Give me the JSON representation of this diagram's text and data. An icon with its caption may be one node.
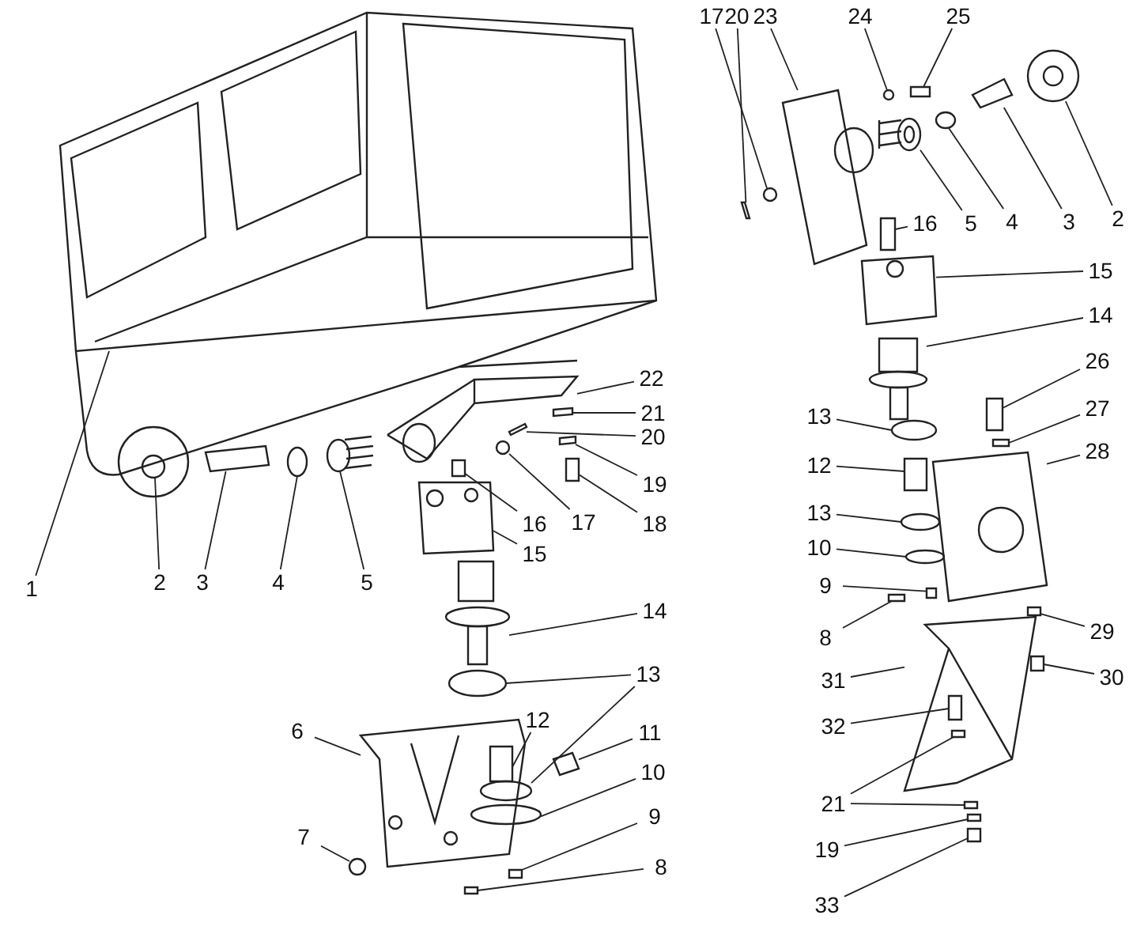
{
  "diagram": {
    "nodes": [
      {
        "text": [
          "1"
        ]
      },
      {
        "text": [
          "2"
        ]
      },
      {
        "text": [
          "3"
        ]
      },
      {
        "text": [
          "4"
        ]
      },
      {
        "text": [
          "5"
        ]
      },
      {
        "text": [
          "6"
        ]
      },
      {
        "text": [
          "7"
        ]
      },
      {
        "text": [
          "8"
        ]
      },
      {
        "text": [
          "9"
        ]
      },
      {
        "text": [
          "10"
        ]
      },
      {
        "text": [
          "11"
        ]
      },
      {
        "text": [
          "12"
        ]
      },
      {
        "text": [
          "13"
        ]
      },
      {
        "text": [
          "14"
        ]
      },
      {
        "text": [
          "15"
        ]
      },
      {
        "text": [
          "16"
        ]
      },
      {
        "text": [
          "17"
        ]
      },
      {
        "text": [
          "18"
        ]
      },
      {
        "text": [
          "19"
        ]
      },
      {
        "text": [
          "20"
        ]
      },
      {
        "text": [
          "21"
        ]
      },
      {
        "text": [
          "22"
        ]
      },
      {
        "text": [
          "20"
        ]
      },
      {
        "text": [
          "17"
        ]
      },
      {
        "text": [
          "23"
        ]
      },
      {
        "text": [
          "24"
        ]
      },
      {
        "text": [
          "25"
        ]
      },
      {
        "text": [
          "2"
        ]
      },
      {
        "text": [
          "3"
        ]
      },
      {
        "text": [
          "4"
        ]
      },
      {
        "text": [
          "5"
        ]
      },
      {
        "text": [
          "16"
        ]
      },
      {
        "text": [
          "15"
        ]
      },
      {
        "text": [
          "14"
        ]
      },
      {
        "text": [
          "26"
        ]
      },
      {
        "text": [
          "27"
        ]
      },
      {
        "text": [
          "28"
        ]
      },
      {
        "text": [
          "13"
        ]
      },
      {
        "text": [
          "12"
        ]
      },
      {
        "text": [
          "13"
        ]
      },
      {
        "text": [
          "10"
        ]
      },
      {
        "text": [
          "9"
        ]
      },
      {
        "text": [
          "8"
        ]
      },
      {
        "text": [
          "29"
        ]
      },
      {
        "text": [
          "30"
        ]
      },
      {
        "text": [
          "31"
        ]
      },
      {
        "text": [
          "32"
        ]
      },
      {
        "text": [
          "21"
        ]
      },
      {
        "text": [
          "19"
        ]
      },
      {
        "text": [
          "33"
        ]
      },
      {
        "text": [],
        "shape": "picture"
      },
      {
        "text": [],
        "shape": "circle"
      },
      {
        "text": [],
        "shape": "box"
      },
      {
        "text": [],
        "shape": "circle"
      },
      {
        "text": [],
        "shape": "picture"
      },
      {
        "text": [],
        "shape": "picture"
      },
      {
        "text": [],
        "shape": "circle"
      },
      {
        "text": [],
        "shape": "box"
      },
      {
        "text": [],
        "shape": "box"
      },
      {
        "text": [],
        "shape": "circle"
      },
      {
        "text": [],
        "shape": "box"
      },
      {
        "text": [],
        "shape": "box",
        "in": 55
      },
      {
        "text": [],
        "shape": "circle"
      },
      {
        "text": [],
        "shape": "circle"
      },
      {
        "text": [],
        "shape": "picture"
      },
      {
        "text": [],
        "shape": "picture"
      },
      {
        "text": [],
        "shape": "box"
      },
      {
        "text": [],
        "shape": "circle"
      },
      {
        "text": [],
        "shape": "box"
      },
      {
        "text": [],
        "shape": "box"
      },
      {
        "text": [],
        "shape": "box"
      },
      {
        "text": [],
        "shape": "box"
      },
      {
        "text": [],
        "shape": "box"
      },
      {
        "text": [],
        "shape": "box"
      },
      {
        "text": [],
        "shape": "circle"
      },
      {
        "text": [],
        "shape": "picture"
      },
      {
        "text": [],
        "shape": "circle"
      },
      {
        "text": [],
        "shape": "box"
      },
      {
        "text": [],
        "shape": "picture"
      },
      {
        "text": [],
        "shape": "box"
      },
      {
        "text": [],
        "shape": "circle"
      },
      {
        "text": [],
        "shape": "picture"
      },
      {
        "text": [],
        "shape": "box"
      },
      {
        "text": [],
        "shape": "picture"
      },
      {
        "text": [],
        "shape": "picture"
      },
      {
        "text": [],
        "shape": "box"
      },
      {
        "text": [],
        "shape": "box"
      },
      {
        "text": [],
        "shape": "picture"
      },
      {
        "text": [],
        "shape": "circle"
      },
      {
        "text": [],
        "shape": "box"
      },
      {
        "text": [],
        "shape": "circle"
      },
      {
        "text": [],
        "shape": "circle"
      },
      {
        "text": [],
        "shape": "box"
      },
      {
        "text": [],
        "shape": "box"
      },
      {
        "text": [],
        "shape": "box"
      },
      {
        "text": [],
        "shape": "box"
      },
      {
        "text": [],
        "shape": "picture"
      },
      {
        "text": [],
        "shape": "box",
        "in": 96
      },
      {
        "text": [],
        "shape": "box",
        "in": 96
      },
      {
        "text": [],
        "shape": "box"
      },
      {
        "text": [],
        "shape": "box"
      },
      {
        "text": [],
        "shape": "box"
      }
    ],
    "edges": [
      {
        "from": 0,
        "to": 50,
        "arrow": "none"
      },
      {
        "from": 1,
        "to": 51,
        "arrow": "none"
      },
      {
        "from": 2,
        "to": 52,
        "arrow": "none"
      },
      {
        "from": 3,
        "to": 53,
        "arrow": "none"
      },
      {
        "from": 4,
        "to": 54,
        "arrow": "none"
      },
      {
        "from": 5,
        "to": 55,
        "arrow": "none"
      },
      {
        "from": 6,
        "to": 56,
        "arrow": "none"
      },
      {
        "from": 7,
        "to": 57,
        "arrow": "none"
      },
      {
        "from": 8,
        "to": 58,
        "arrow": "none"
      },
      {
        "from": 9,
        "to": 59,
        "arrow": "none"
      },
      {
        "from": 10,
        "to": 60,
        "arrow": "none"
      },
      {
        "from": 11,
        "to": 61,
        "arrow": "none"
      },
      {
        "from": 12,
        "to": 62,
        "arrow": "none"
      },
      {
        "from": 12,
        "to": 63,
        "arrow": "none"
      },
      {
        "from": 13,
        "to": 64,
        "arrow": "none"
      },
      {
        "from": 14,
        "to": 65,
        "arrow": "none"
      },
      {
        "from": 15,
        "to": 66,
        "arrow": "none"
      },
      {
        "from": 16,
        "to": 67,
        "arrow": "none"
      },
      {
        "from": 17,
        "to": 68,
        "arrow": "none"
      },
      {
        "from": 18,
        "to": 69,
        "arrow": "none"
      },
      {
        "from": 19,
        "to": 70,
        "arrow": "none"
      },
      {
        "from": 20,
        "to": 71,
        "arrow": "none"
      },
      {
        "from": 21,
        "to": 72,
        "arrow": "none"
      },
      {
        "from": 22,
        "to": 73,
        "arrow": "none"
      },
      {
        "from": 23,
        "to": 74,
        "arrow": "none"
      },
      {
        "from": 24,
        "to": 75,
        "arrow": "none"
      },
      {
        "from": 25,
        "to": 76,
        "arrow": "none"
      },
      {
        "from": 26,
        "to": 77,
        "arrow": "none"
      },
      {
        "from": 27,
        "to": 78,
        "arrow": "none"
      },
      {
        "from": 28,
        "to": 79,
        "arrow": "none"
      },
      {
        "from": 29,
        "to": 80,
        "arrow": "none"
      },
      {
        "from": 30,
        "to": 81,
        "arrow": "none"
      },
      {
        "from": 31,
        "to": 82,
        "arrow": "none"
      },
      {
        "from": 32,
        "to": 83,
        "arrow": "none"
      },
      {
        "from": 33,
        "to": 84,
        "arrow": "none"
      },
      {
        "from": 34,
        "to": 85,
        "arrow": "none"
      },
      {
        "from": 35,
        "to": 86,
        "arrow": "none"
      },
      {
        "from": 36,
        "to": 87,
        "arrow": "none"
      },
      {
        "from": 37,
        "to": 88,
        "arrow": "none"
      },
      {
        "from": 38,
        "to": 89,
        "arrow": "none"
      },
      {
        "from": 39,
        "to": 90,
        "arrow": "none"
      },
      {
        "from": 40,
        "to": 91,
        "arrow": "none"
      },
      {
        "from": 41,
        "to": 92,
        "arrow": "none"
      },
      {
        "from": 42,
        "to": 93,
        "arrow": "none"
      },
      {
        "from": 43,
        "to": 94,
        "arrow": "none"
      },
      {
        "from": 44,
        "to": 95,
        "arrow": "none"
      },
      {
        "from": 45,
        "to": 96,
        "arrow": "none"
      },
      {
        "from": 46,
        "to": 97,
        "arrow": "none"
      },
      {
        "from": 47,
        "to": 98,
        "arrow": "none"
      },
      {
        "from": 47,
        "to": 99,
        "arrow": "none"
      },
      {
        "from": 48,
        "to": 100,
        "arrow": "none"
      },
      {
        "from": 49,
        "to": 101,
        "arrow": "none"
      }
    ]
  }
}
